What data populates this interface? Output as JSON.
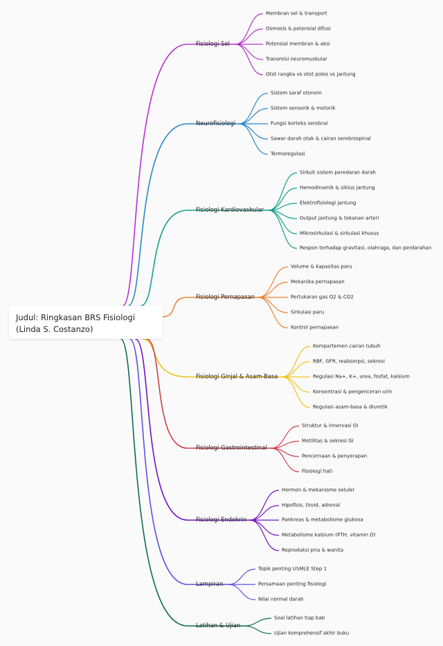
{
  "root": {
    "title": "Judul: Ringkasan BRS Fisiologi (Linda S. Costanzo)"
  },
  "branches": [
    {
      "label": "Fisiologi Sel",
      "color": "#b62fd0",
      "children": [
        "Membran sel & transport",
        "Osmosis & potensial difusi",
        "Potensial membran & aksi",
        "Transmisi neuromuskular",
        "Otot rangka vs otot polos vs jantung"
      ]
    },
    {
      "label": "Neurofisiologi",
      "color": "#2a86c6",
      "children": [
        "Sistem saraf otonom",
        "Sistem sensorik & motorik",
        "Fungsi korteks serebral",
        "Sawar darah otak & cairan serebrospinal",
        "Termoregulasi"
      ]
    },
    {
      "label": "Fisiologi Kardiovaskular",
      "color": "#12a08a",
      "children": [
        "Sirkuit sistem peredaran darah",
        "Hemodinamik & siklus jantung",
        "Elektrofisiologi jantung",
        "Output jantung & tekanan arteri",
        "Mikrosirkulasi & sirkulasi khusus",
        "Respon terhadap gravitasi, olahraga, dan perdarahan"
      ]
    },
    {
      "label": "Fisiologi Pernapasan",
      "color": "#ee8232",
      "children": [
        "Volume & kapasitas paru",
        "Mekanika pernapasan",
        "Pertukaran gas O2 & CO2",
        "Sirkulasi paru",
        "Kontrol pernapasan"
      ]
    },
    {
      "label": "Fisiologi Ginjal & Asam-Basa",
      "color": "#f1c21b",
      "children": [
        "Kompartemen cairan tubuh",
        "RBF, GFR, reabsorpsi, sekresi",
        "Regulasi Na+, K+, urea, fosfat, kalsium",
        "Konsentrasi & pengenceran urin",
        "Regulasi asam-basa & diuretik"
      ]
    },
    {
      "label": "Fisiologi Gastrointestinal",
      "color": "#d23c4a",
      "children": [
        "Struktur & innervasi GI",
        "Motilitas & sekresi GI",
        "Pencernaan & penyerapan",
        "Fisiologi hati"
      ]
    },
    {
      "label": "Fisiologi Endokrin",
      "color": "#7211c4",
      "children": [
        "Hormon & mekanisme seluler",
        "Hipofisis, tiroid, adrenal",
        "Pankreas & metabolisme glukosa",
        "Metabolisme kalsium (PTH, vitamin D)",
        "Reproduksi pria & wanita"
      ]
    },
    {
      "label": "Lampiran",
      "color": "#5c4fe0",
      "children": [
        "Topik penting USMLE Step 1",
        "Persamaan penting fisiologi",
        "Nilai normal darah"
      ]
    },
    {
      "label": "Latihan & Ujian",
      "color": "#0d6b4c",
      "children": [
        "Soal latihan tiap bab",
        "Ujian komprehensif akhir buku"
      ]
    }
  ]
}
